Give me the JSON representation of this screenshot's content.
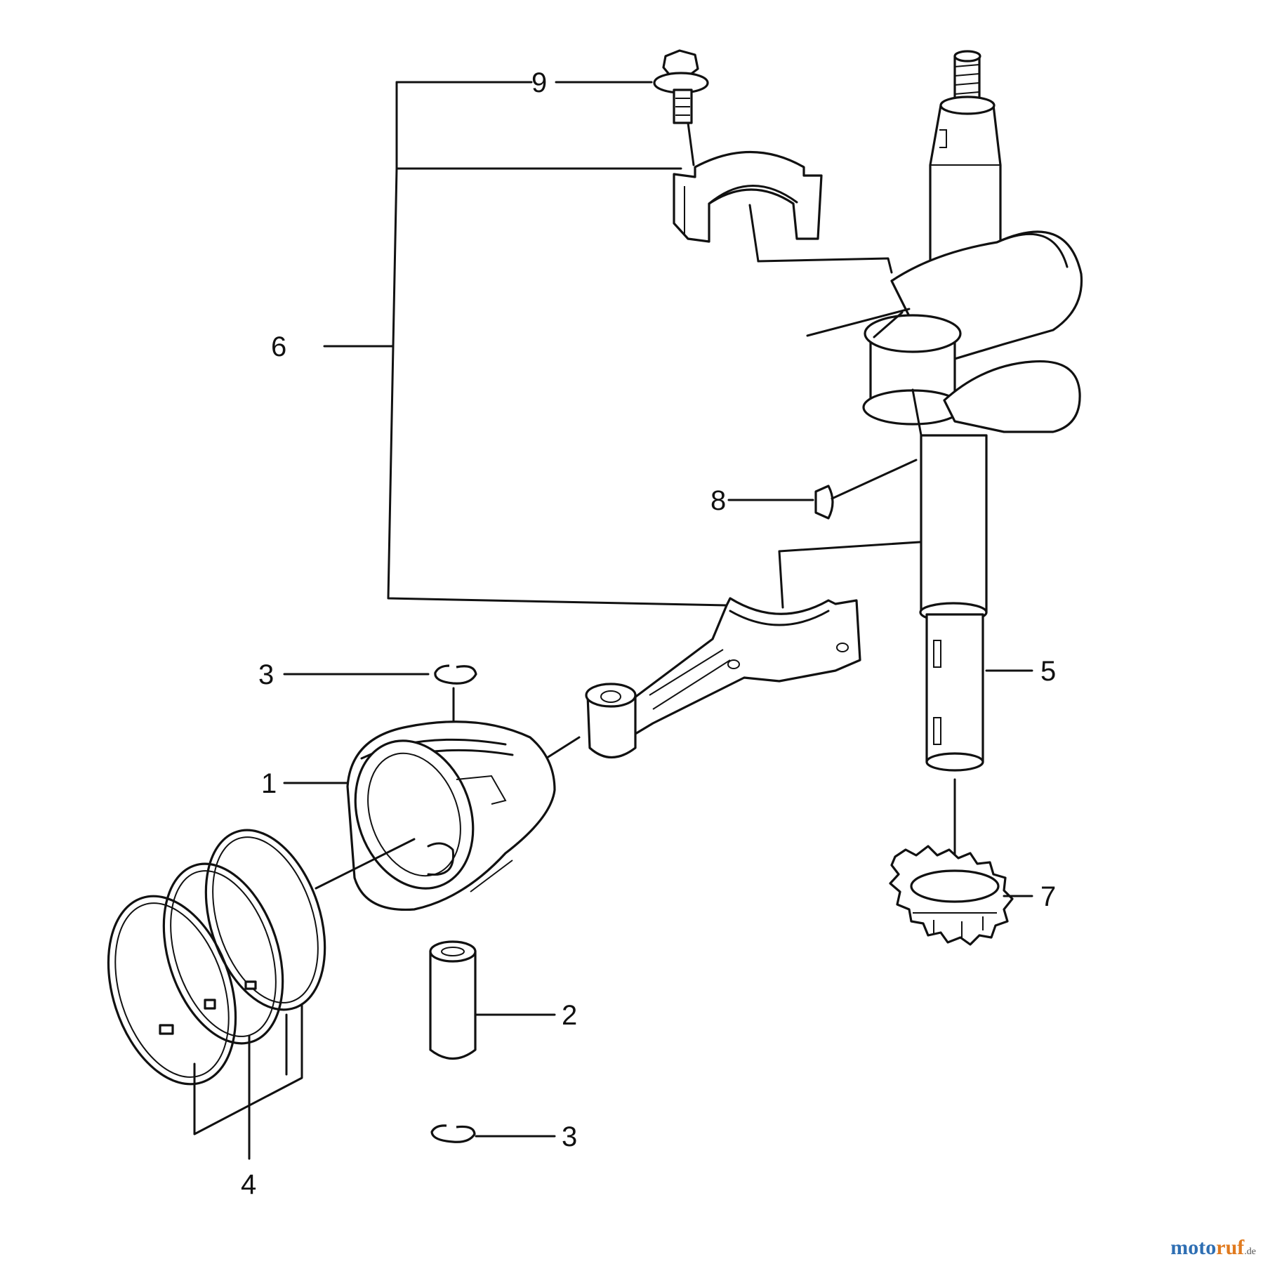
{
  "diagram": {
    "callouts": [
      {
        "id": "callout-1",
        "label": "1"
      },
      {
        "id": "callout-2",
        "label": "2"
      },
      {
        "id": "callout-3-top",
        "label": "3"
      },
      {
        "id": "callout-3-bottom",
        "label": "3"
      },
      {
        "id": "callout-4",
        "label": "4"
      },
      {
        "id": "callout-5",
        "label": "5"
      },
      {
        "id": "callout-6",
        "label": "6"
      },
      {
        "id": "callout-7",
        "label": "7"
      },
      {
        "id": "callout-8",
        "label": "8"
      },
      {
        "id": "callout-9",
        "label": "9"
      }
    ]
  },
  "watermark": {
    "part1": "moto",
    "part2": "ruf",
    "part3": ".de"
  },
  "colors": {
    "ink": "#111111",
    "watermark_blue": "#2f6fb3",
    "watermark_orange": "#e07a1f"
  }
}
